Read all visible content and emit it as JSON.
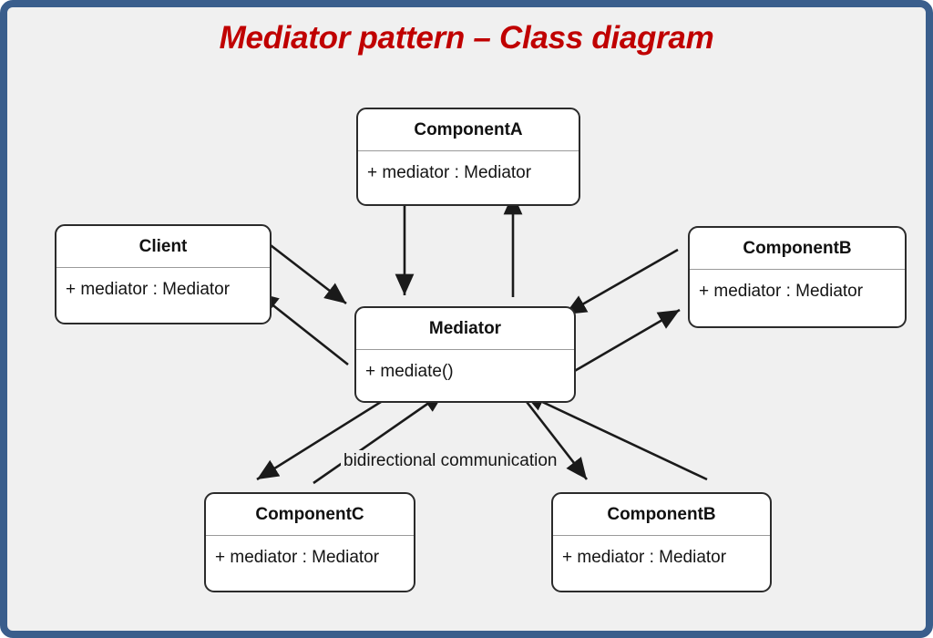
{
  "diagram": {
    "title": "Mediator pattern – Class diagram",
    "title_color": "#c00000",
    "frame_color": "#3a5e8c",
    "background_color": "#f0f0f0",
    "annotation": "bidirectional communication",
    "classes": [
      {
        "id": "componentA",
        "name": "ComponentA",
        "members": [
          "+ mediator : Mediator"
        ]
      },
      {
        "id": "client",
        "name": "Client",
        "members": [
          "+ mediator : Mediator"
        ]
      },
      {
        "id": "mediator",
        "name": "Mediator",
        "members": [
          "+ mediate()"
        ]
      },
      {
        "id": "componentB_right",
        "name": "ComponentB",
        "members": [
          "+ mediator : Mediator"
        ]
      },
      {
        "id": "componentC",
        "name": "ComponentC",
        "members": [
          "+ mediator : Mediator"
        ]
      },
      {
        "id": "componentB_bottom",
        "name": "ComponentB",
        "members": [
          "+ mediator : Mediator"
        ]
      }
    ],
    "relations": [
      {
        "from": "componentA",
        "to": "mediator",
        "kind": "arrow"
      },
      {
        "from": "mediator",
        "to": "componentA",
        "kind": "arrow"
      },
      {
        "from": "client",
        "to": "mediator",
        "kind": "arrow"
      },
      {
        "from": "mediator",
        "to": "client",
        "kind": "arrow"
      },
      {
        "from": "componentB_right",
        "to": "mediator",
        "kind": "arrow"
      },
      {
        "from": "mediator",
        "to": "componentB_right",
        "kind": "arrow"
      },
      {
        "from": "componentC",
        "to": "mediator",
        "kind": "arrow"
      },
      {
        "from": "mediator",
        "to": "componentC",
        "kind": "arrow"
      },
      {
        "from": "componentB_bottom",
        "to": "mediator",
        "kind": "arrow"
      },
      {
        "from": "mediator",
        "to": "componentB_bottom",
        "kind": "arrow"
      }
    ]
  }
}
